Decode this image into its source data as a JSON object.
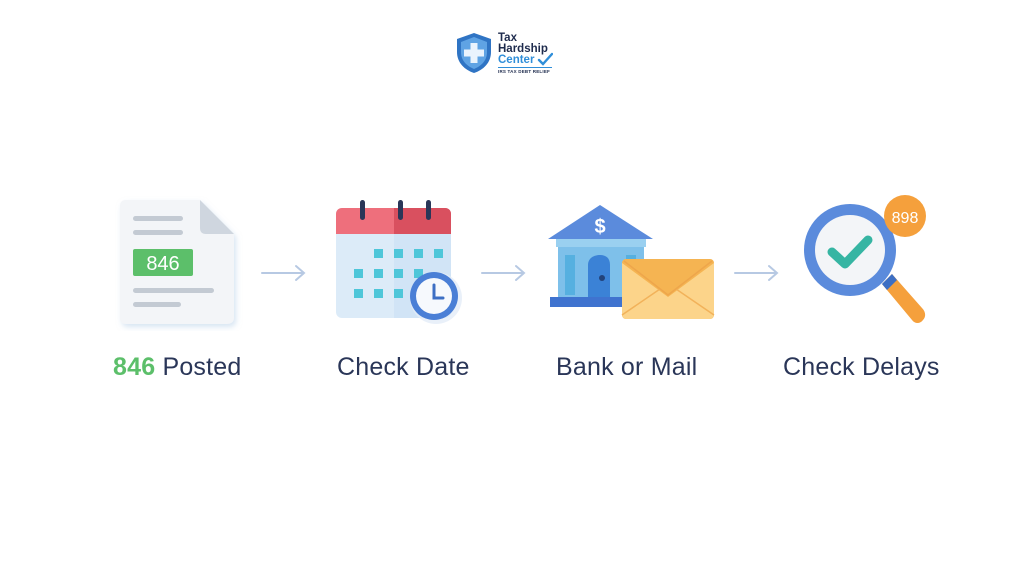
{
  "logo": {
    "line1": "Tax",
    "line2": "Hardship",
    "line3": "Center",
    "tagline": "IRS TAX DEBT RELIEF",
    "icon": "shield-cross-icon"
  },
  "steps": [
    {
      "icon": "document-icon",
      "badge": "846",
      "label_number": "846",
      "label_text": " Posted"
    },
    {
      "icon": "calendar-clock-icon",
      "label_text": "Check Date"
    },
    {
      "icon": "bank-mail-icon",
      "label_text": "Bank or Mail"
    },
    {
      "icon": "magnifier-check-icon",
      "badge": "898",
      "label_text": "Check Delays"
    }
  ],
  "arrows": [
    "arrow-right-icon",
    "arrow-right-icon",
    "arrow-right-icon"
  ],
  "colors": {
    "green": "#5cbf6a",
    "navy": "#2a3658",
    "blue": "#4a7fd6",
    "red": "#e8606e",
    "orange": "#f5a03c",
    "yellow": "#f9cb73"
  }
}
